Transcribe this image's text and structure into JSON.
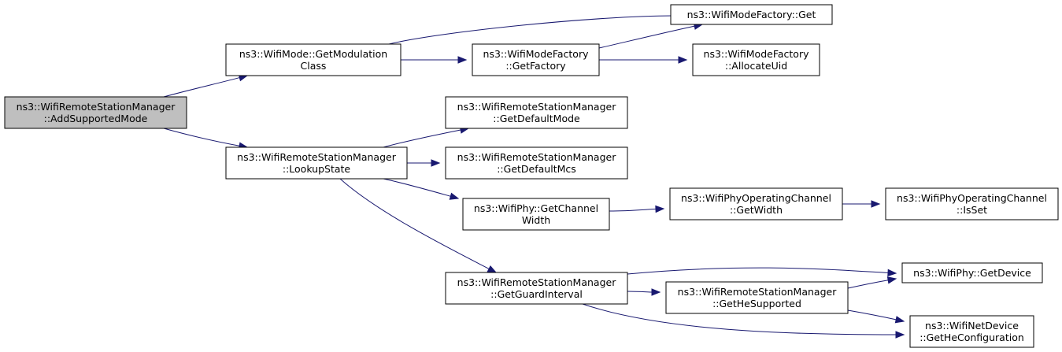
{
  "diagram": {
    "colors": {
      "edge": "#191970",
      "root_fill": "#bfbfbf",
      "node_fill": "#ffffff",
      "border": "#000000"
    },
    "nodes": [
      {
        "id": "root",
        "lines": [
          "ns3::WifiRemoteStationManager",
          "::AddSupportedMode"
        ],
        "highlight": true
      },
      {
        "id": "getmod",
        "lines": [
          "ns3::WifiMode::GetModulation",
          "Class"
        ]
      },
      {
        "id": "lookup",
        "lines": [
          "ns3::WifiRemoteStationManager",
          "::LookupState"
        ]
      },
      {
        "id": "mf_get",
        "lines": [
          "ns3::WifiModeFactory::Get"
        ]
      },
      {
        "id": "mf_getfactory",
        "lines": [
          "ns3::WifiModeFactory",
          "::GetFactory"
        ]
      },
      {
        "id": "mf_alloc",
        "lines": [
          "ns3::WifiModeFactory",
          "::AllocateUid"
        ]
      },
      {
        "id": "getdefmode",
        "lines": [
          "ns3::WifiRemoteStationManager",
          "::GetDefaultMode"
        ]
      },
      {
        "id": "getdefmcs",
        "lines": [
          "ns3::WifiRemoteStationManager",
          "::GetDefaultMcs"
        ]
      },
      {
        "id": "phy_chw",
        "lines": [
          "ns3::WifiPhy::GetChannel",
          "Width"
        ]
      },
      {
        "id": "poc_width",
        "lines": [
          "ns3::WifiPhyOperatingChannel",
          "::GetWidth"
        ]
      },
      {
        "id": "poc_isset",
        "lines": [
          "ns3::WifiPhyOperatingChannel",
          "::IsSet"
        ]
      },
      {
        "id": "getgi",
        "lines": [
          "ns3::WifiRemoteStationManager",
          "::GetGuardInterval"
        ]
      },
      {
        "id": "phy_dev",
        "lines": [
          "ns3::WifiPhy::GetDevice"
        ]
      },
      {
        "id": "gethe",
        "lines": [
          "ns3::WifiRemoteStationManager",
          "::GetHeSupported"
        ]
      },
      {
        "id": "nd_hecfg",
        "lines": [
          "ns3::WifiNetDevice",
          "::GetHeConfiguration"
        ]
      }
    ],
    "edges": [
      {
        "from": "root",
        "to": "getmod"
      },
      {
        "from": "root",
        "to": "lookup"
      },
      {
        "from": "getmod",
        "to": "mf_get"
      },
      {
        "from": "getmod",
        "to": "mf_getfactory"
      },
      {
        "from": "mf_getfactory",
        "to": "mf_get"
      },
      {
        "from": "mf_getfactory",
        "to": "mf_alloc"
      },
      {
        "from": "lookup",
        "to": "getdefmode"
      },
      {
        "from": "lookup",
        "to": "getdefmcs"
      },
      {
        "from": "lookup",
        "to": "phy_chw"
      },
      {
        "from": "lookup",
        "to": "getgi"
      },
      {
        "from": "phy_chw",
        "to": "poc_width"
      },
      {
        "from": "poc_width",
        "to": "poc_isset"
      },
      {
        "from": "getgi",
        "to": "phy_dev"
      },
      {
        "from": "getgi",
        "to": "gethe"
      },
      {
        "from": "getgi",
        "to": "nd_hecfg"
      },
      {
        "from": "gethe",
        "to": "phy_dev"
      },
      {
        "from": "gethe",
        "to": "nd_hecfg"
      }
    ]
  }
}
